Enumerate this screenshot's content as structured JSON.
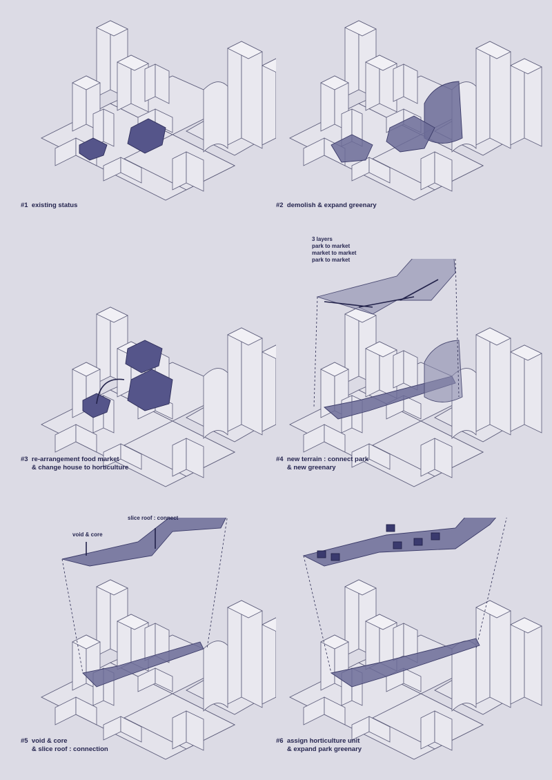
{
  "panels": [
    {
      "label": "#1  existing status"
    },
    {
      "label": "#2  demolish & expand greenary"
    },
    {
      "label": "#3  re-arrangement food market\n      & change house to horticulture"
    },
    {
      "label": "#4  new terrain : connect park\n      & new greenary"
    },
    {
      "label": "#5  void & core\n      & slice roof : connection"
    },
    {
      "label": "#6  assign horticulture unit\n      & expand park greenary"
    }
  ],
  "annotations": {
    "layers": "3 layers\npark to market\nmarket to market\npark to market",
    "void_core": "void & core",
    "slice_roof": "slice roof : connect"
  },
  "colors": {
    "background": "#dcdbe5",
    "line": "#5a5a78",
    "highlight": "#55558a",
    "text": "#262650"
  }
}
